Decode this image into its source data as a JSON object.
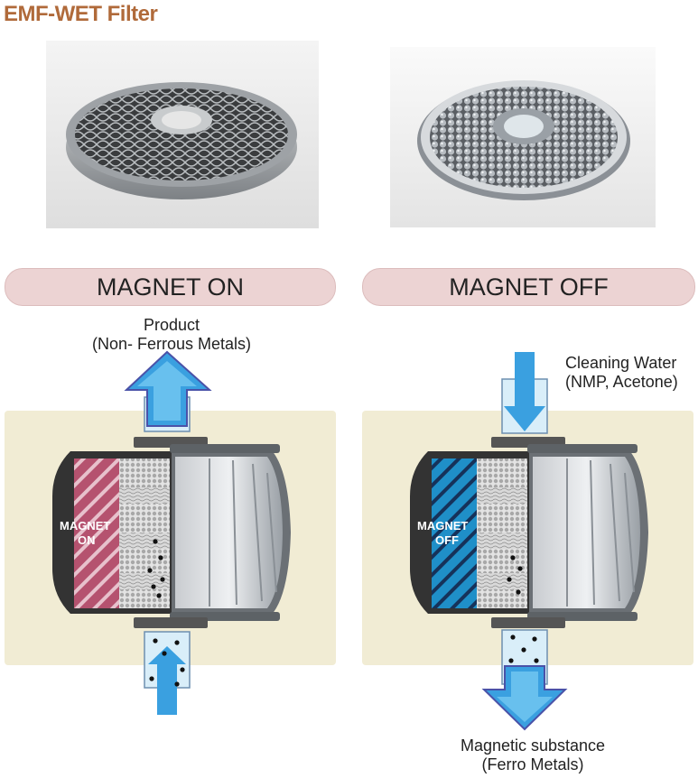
{
  "title": "EMF-WET Filter",
  "on_section": {
    "header": "MAGNET ON",
    "top_caption": [
      "Product",
      "(Non- Ferrous Metals)"
    ],
    "magnet_label": [
      "MAGNET",
      "ON"
    ],
    "accent_color": "#b5526f"
  },
  "off_section": {
    "header": "MAGNET OFF",
    "top_caption": [
      "Cleaning Water",
      "(NMP, Acetone)"
    ],
    "magnet_label": [
      "MAGNET",
      "OFF"
    ],
    "bottom_caption": [
      "Magnetic substance",
      "(Ferro Metals)"
    ],
    "accent_color": "#1f8fc8"
  },
  "colors": {
    "title": "#b06a3a",
    "pill": "#ecd3d3",
    "panel": "#f1ecd4",
    "arrow": "#3aa0e0"
  }
}
